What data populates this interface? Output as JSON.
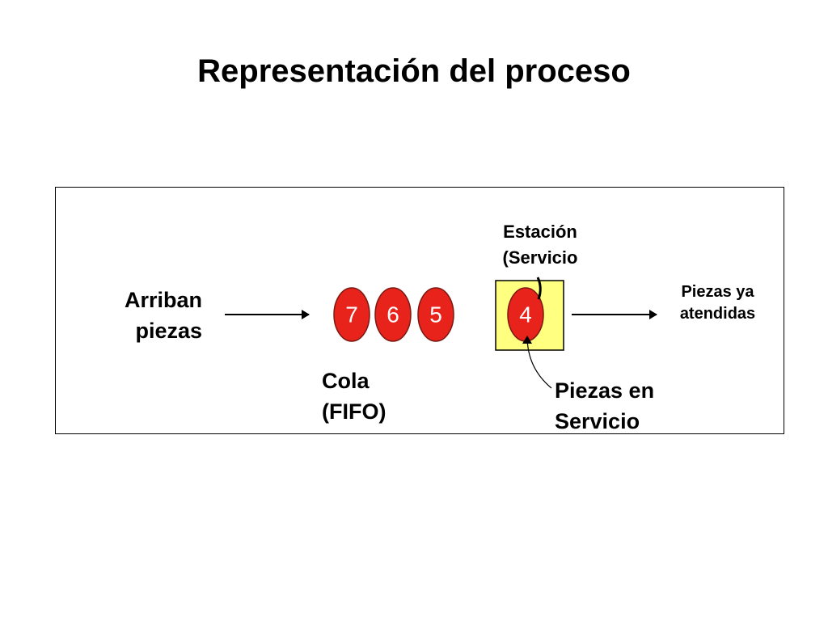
{
  "title": "Representación del proceso",
  "labels": {
    "arrivals": [
      "Arriban",
      "piezas"
    ],
    "station": [
      "Estación",
      "(Servicio"
    ],
    "done": [
      "Piezas ya",
      "atendidas"
    ],
    "queue": [
      "Cola",
      "(FIFO)"
    ],
    "in_service": [
      "Piezas en",
      "Servicio"
    ]
  },
  "queue_items": [
    "7",
    "6",
    "5"
  ],
  "service_item": "4",
  "colors": {
    "piece_fill": "#e8231c",
    "piece_stroke": "#7a1a12",
    "station_fill": "#ffff80",
    "line": "#000000"
  }
}
